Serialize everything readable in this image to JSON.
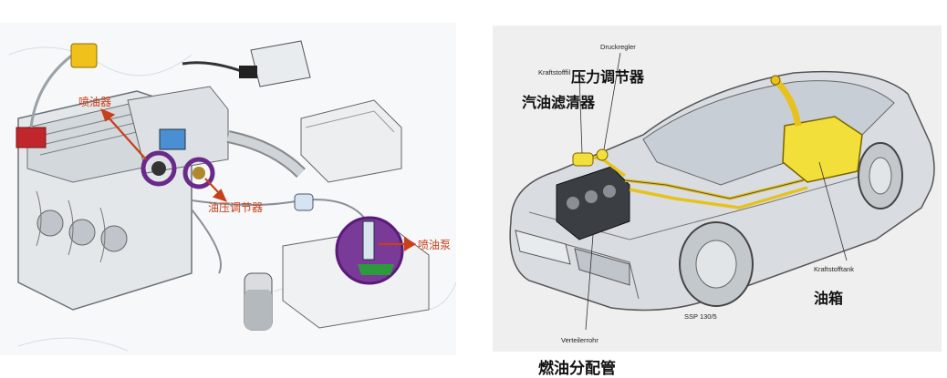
{
  "left": {
    "labels": {
      "injector": "喷油器",
      "pressure_regulator": "油压调节器",
      "fuel_pump": "喷油泵"
    }
  },
  "right": {
    "labels_de": {
      "druckregler": "Druckregler",
      "kraftstofffilter": "Kraftstofffil",
      "kraftstofftank": "Kraftstofftank",
      "verteilerrohr": "Verteilerrohr",
      "ssp": "SSP 130/5"
    },
    "labels_cn": {
      "pressure_regulator": "压力调节器",
      "fuel_filter": "汽油滤清器",
      "fuel_tank": "油箱",
      "fuel_rail": "燃油分配管"
    }
  },
  "colors": {
    "highlight_purple": "#6a2a8a",
    "arrow_orange": "#c8401a",
    "fuel_yellow": "#f2df3a",
    "connector_yellow": "#e8c21c"
  }
}
